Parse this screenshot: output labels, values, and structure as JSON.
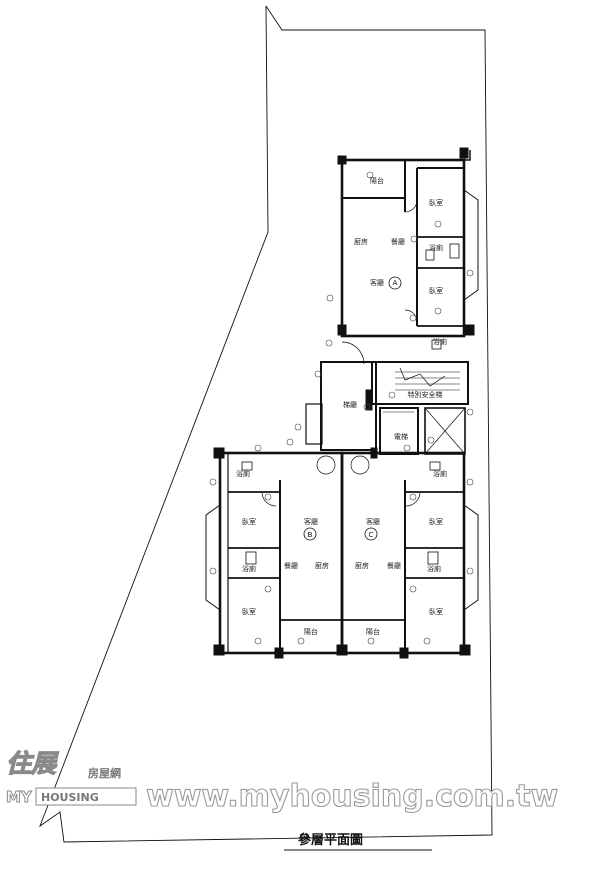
{
  "plan": {
    "title": "參層平面圖",
    "units": [
      {
        "id": "A",
        "living": "客廳",
        "kitchen": "廚房",
        "dining": "餐廳",
        "balcony": "陽台",
        "bedroom1": "臥室",
        "bedroom2": "臥室",
        "bath1": "浴廁",
        "bath2": "浴廁"
      },
      {
        "id": "B",
        "living": "客廳",
        "kitchen": "廚房",
        "dining": "餐廳",
        "balcony": "陽台",
        "bedroom1": "臥室",
        "bedroom2": "臥室",
        "bath1": "浴廁",
        "bath2": "浴廁"
      },
      {
        "id": "C",
        "living": "客廳",
        "kitchen": "廚房",
        "dining": "餐廳",
        "balcony": "陽台",
        "bedroom1": "臥室",
        "bedroom2": "臥室",
        "bath1": "浴廁",
        "bath2": "浴廁"
      }
    ],
    "core": {
      "lobby": "梯廳",
      "elevator": "電梯",
      "stair": "特別安全梯"
    }
  },
  "watermark": {
    "logo": "住展",
    "brand": "房屋網",
    "my": "MY",
    "housing": "HOUSING",
    "url": "www.myhousing.com.tw"
  }
}
